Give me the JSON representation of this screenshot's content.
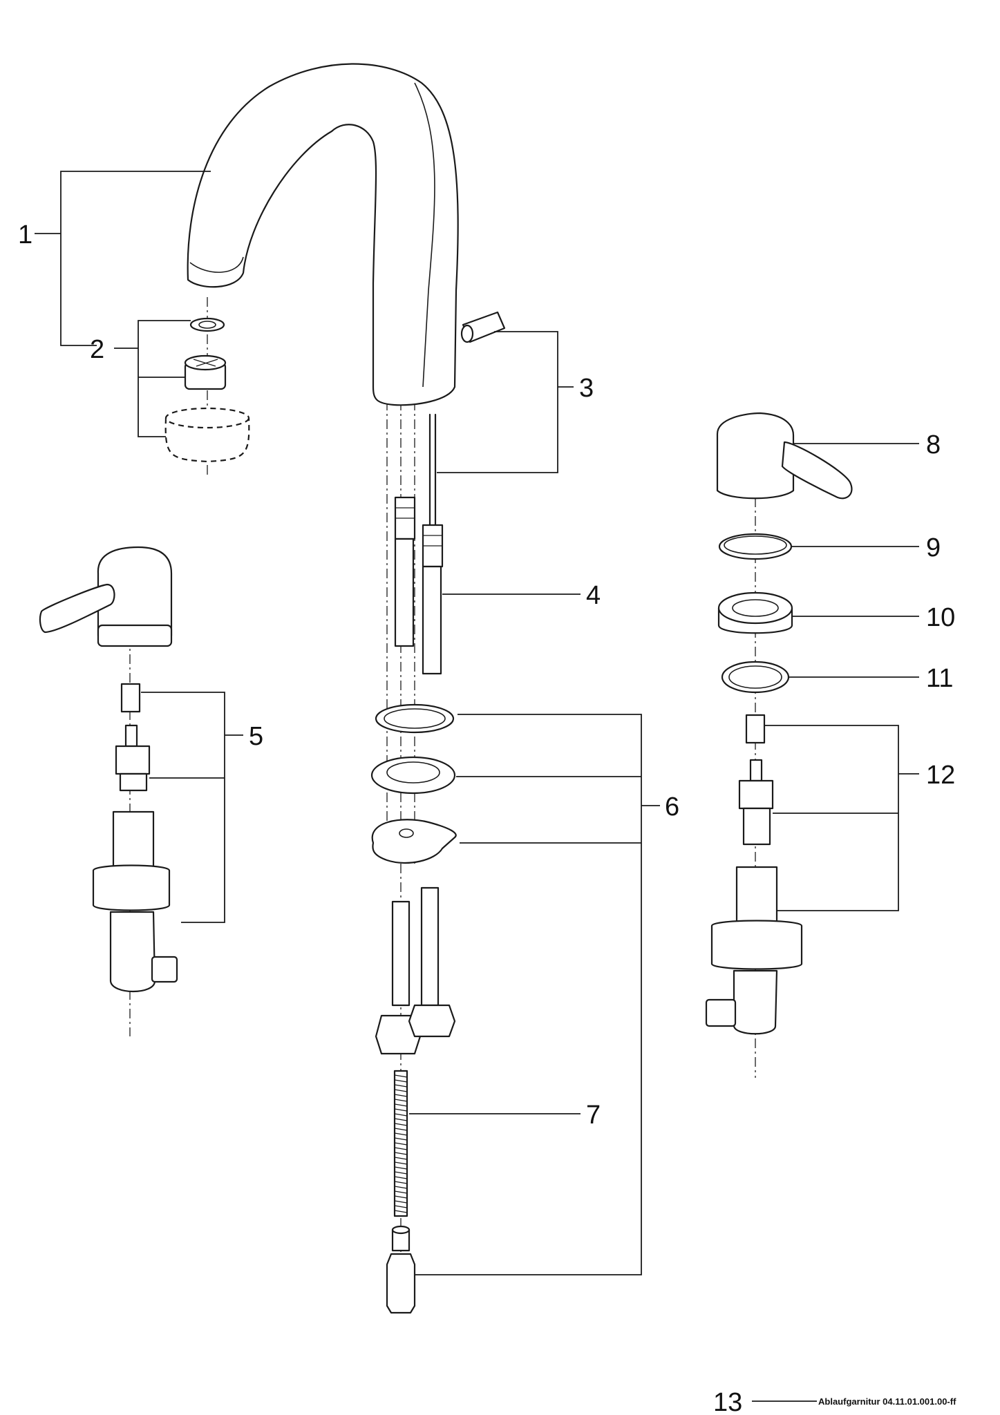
{
  "callouts": {
    "c1": "1",
    "c2": "2",
    "c3": "3",
    "c4": "4",
    "c5": "5",
    "c6": "6",
    "c7": "7",
    "c8": "8",
    "c9": "9",
    "c10": "10",
    "c11": "11",
    "c12": "12",
    "c13": "13"
  },
  "footer_note": "Ablaufgarnitur 04.11.01.001.00-ff"
}
